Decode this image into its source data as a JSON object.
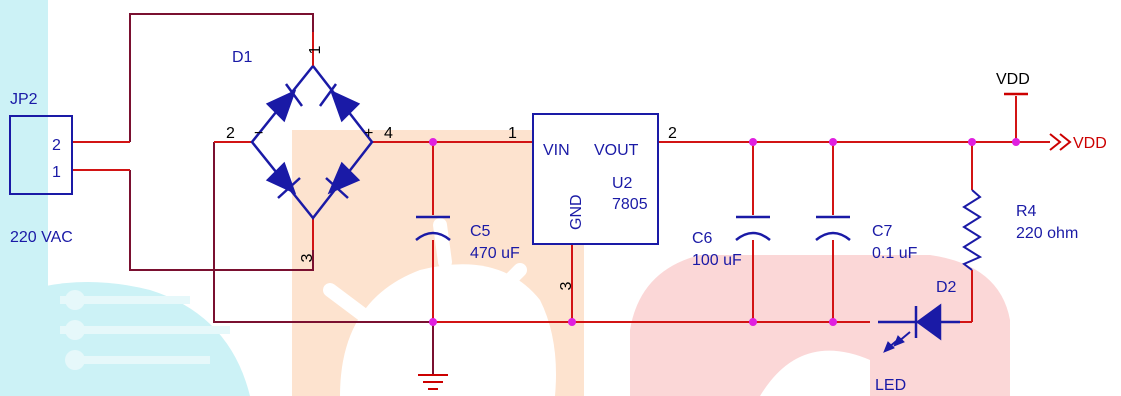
{
  "colors": {
    "wire": "#d21414",
    "wire_dark": "#7a1030",
    "symbol": "#1a1aa6",
    "junction": "#e020e0",
    "pin_text": "#000000",
    "port_red": "#cc0000",
    "watermark_cyan": "#ccf2f6",
    "watermark_orange": "#fde3cf",
    "watermark_red": "#fbd7d7"
  },
  "icons": [
    "bridge-rectifier-icon",
    "diode-icon",
    "led-icon",
    "capacitor-icon",
    "resistor-icon",
    "ground-icon",
    "power-port-icon",
    "offpage-connector-icon",
    "connector-icon"
  ],
  "components": {
    "jp2": {
      "ref": "JP2",
      "pin2": "2",
      "pin1": "1",
      "value": "220 VAC"
    },
    "d1": {
      "ref": "D1",
      "pin1": "1",
      "pin2": "2",
      "pin3": "3",
      "pin4": "4",
      "minus": "−",
      "plus": "+"
    },
    "u2": {
      "vin": "VIN",
      "vout": "VOUT",
      "gnd": "GND",
      "ref": "U2",
      "part": "7805",
      "pin1": "1",
      "pin2": "2",
      "pin3": "3"
    },
    "c5": {
      "ref": "C5",
      "value": "470 uF"
    },
    "c6": {
      "ref": "C6",
      "value": "100 uF"
    },
    "c7": {
      "ref": "C7",
      "value": "0.1 uF"
    },
    "r4": {
      "ref": "R4",
      "value": "220 ohm"
    },
    "d2": {
      "ref": "D2",
      "type": "LED"
    },
    "vdd_power": {
      "label": "VDD"
    },
    "vdd_port": {
      "label": "VDD"
    }
  }
}
